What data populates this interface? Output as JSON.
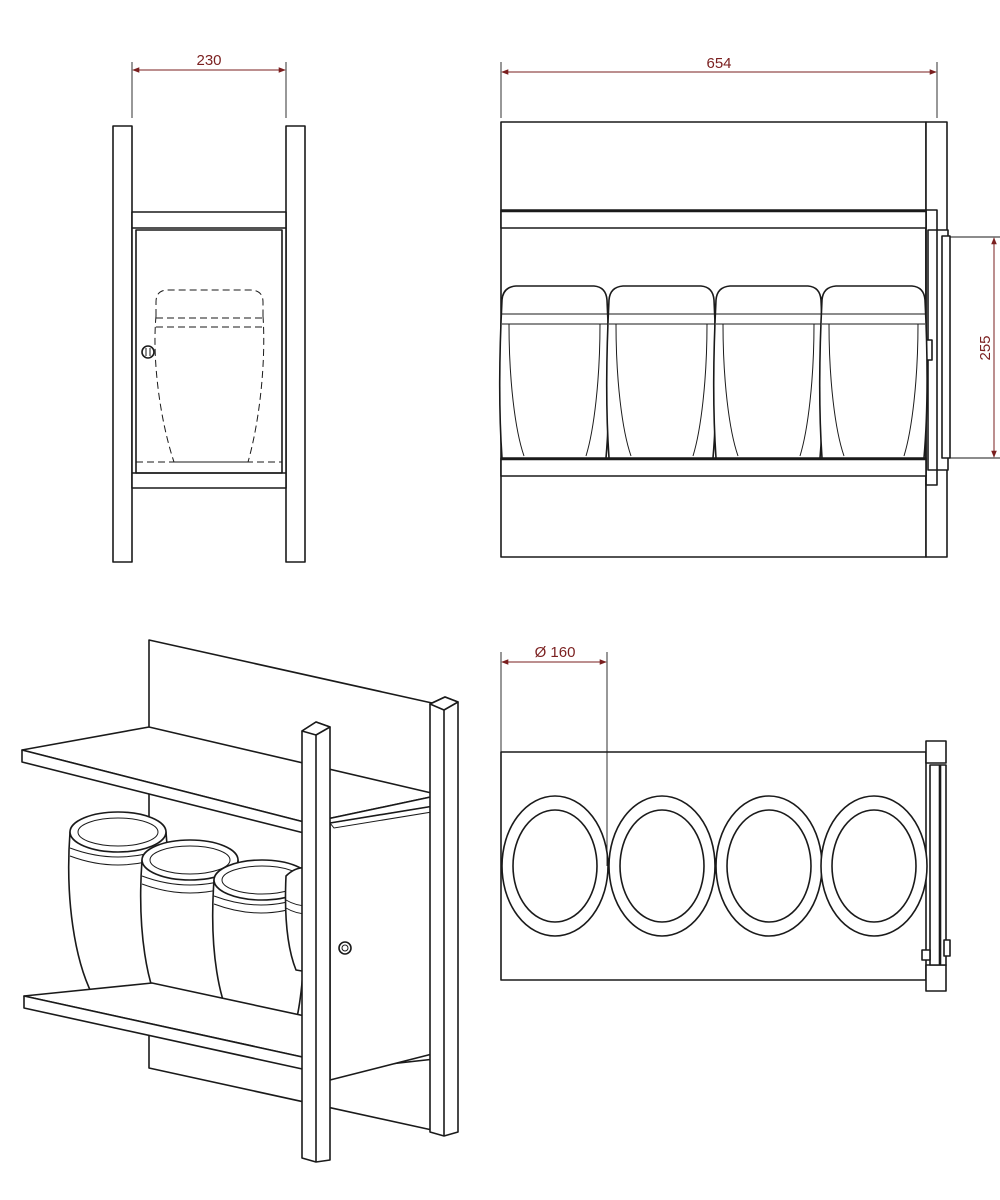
{
  "views": {
    "front": {
      "width_dimension": "230"
    },
    "side": {
      "length_dimension": "654",
      "height_dimension": "255"
    },
    "top": {
      "diameter_dimension": "Ø 160"
    }
  },
  "colors": {
    "line": "#1a1a1a",
    "dimension": "#7a1f1f",
    "background": "#ffffff"
  }
}
